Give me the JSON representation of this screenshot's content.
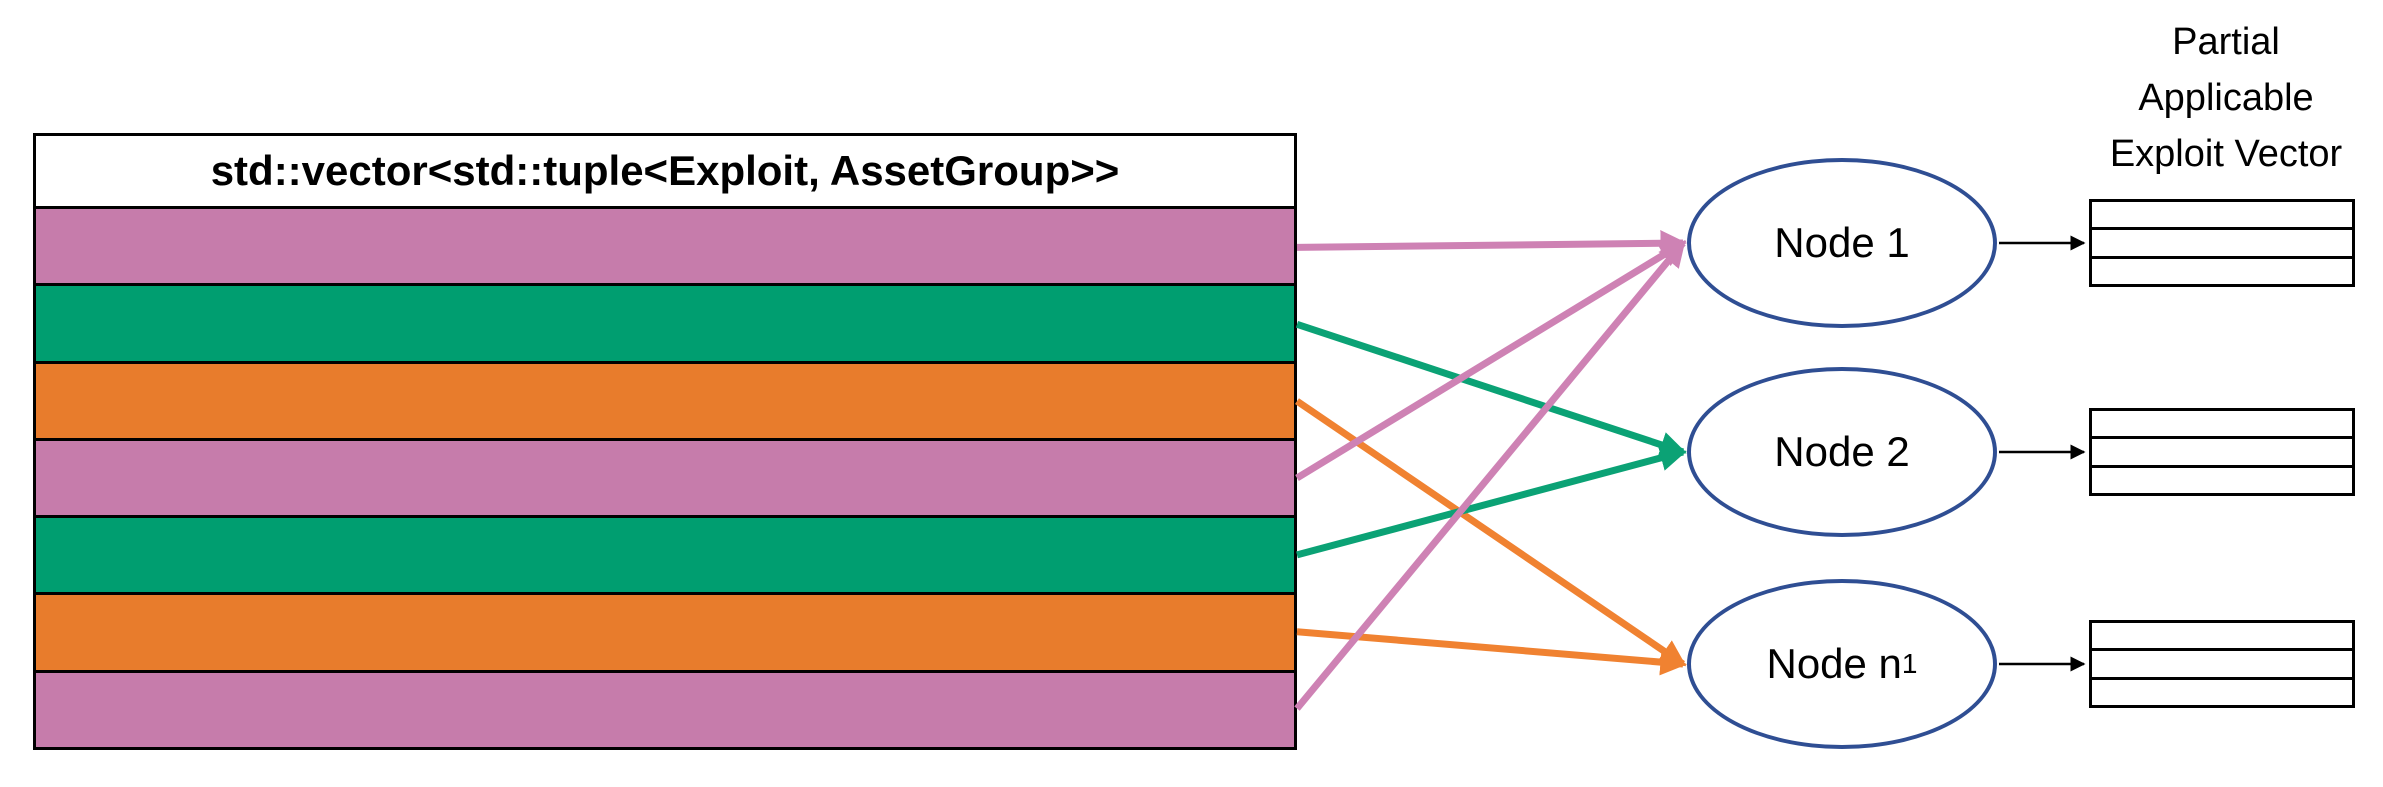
{
  "vector_table": {
    "header": "std::vector<std::tuple<Exploit, AssetGroup>>",
    "rows": [
      {
        "color_name": "pink"
      },
      {
        "color_name": "green"
      },
      {
        "color_name": "orange"
      },
      {
        "color_name": "pink"
      },
      {
        "color_name": "green"
      },
      {
        "color_name": "orange"
      },
      {
        "color_name": "pink"
      }
    ]
  },
  "nodes": [
    {
      "label": "Node 1",
      "sub": ""
    },
    {
      "label": "Node 2",
      "sub": ""
    },
    {
      "label": "Node n",
      "sub": "1"
    }
  ],
  "connections": [
    {
      "row": 1,
      "node": 1,
      "color": "pink"
    },
    {
      "row": 2,
      "node": 2,
      "color": "green"
    },
    {
      "row": 3,
      "node": 3,
      "color": "orange"
    },
    {
      "row": 4,
      "node": 1,
      "color": "pink"
    },
    {
      "row": 5,
      "node": 2,
      "color": "green"
    },
    {
      "row": 6,
      "node": 3,
      "color": "orange"
    },
    {
      "row": 7,
      "node": 1,
      "color": "pink"
    }
  ],
  "partial_vectors": [
    {
      "rows": 3
    },
    {
      "rows": 3
    },
    {
      "rows": 3
    }
  ],
  "output_label": "Partial\nApplicable\nExploit Vector",
  "colors": {
    "pink_fill": "#C67CAB",
    "green_fill": "#009E70",
    "orange_fill": "#E87C2C",
    "pink_arrow": "#CE82B4",
    "green_arrow": "#0BA275",
    "orange_arrow": "#F08231",
    "node_stroke": "#2F4E93",
    "black": "#000000"
  }
}
